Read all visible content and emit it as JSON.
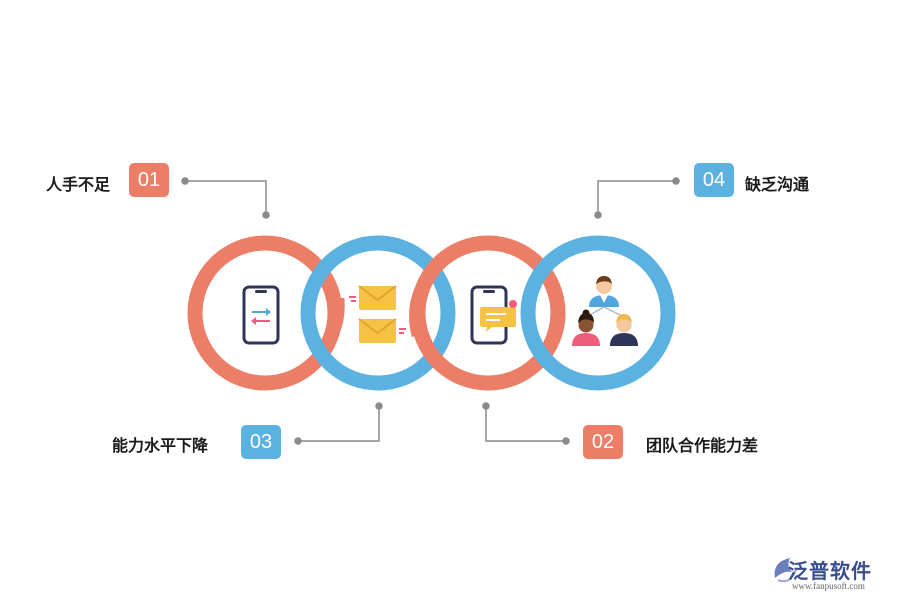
{
  "items": [
    {
      "number": "01",
      "label": "人手不足"
    },
    {
      "number": "02",
      "label": "团队合作能力差"
    },
    {
      "number": "03",
      "label": "能力水平下降"
    },
    {
      "number": "04",
      "label": "缺乏沟通"
    }
  ],
  "colors": {
    "coral": "#ec7d67",
    "blue": "#5bb2e0",
    "connector": "#8a8a8a"
  },
  "icons": [
    "phone-transfer-icon",
    "envelopes-icon",
    "phone-message-icon",
    "team-people-icon"
  ],
  "watermark": {
    "name": "泛普软件",
    "url": "www.fanpusoft.com"
  }
}
